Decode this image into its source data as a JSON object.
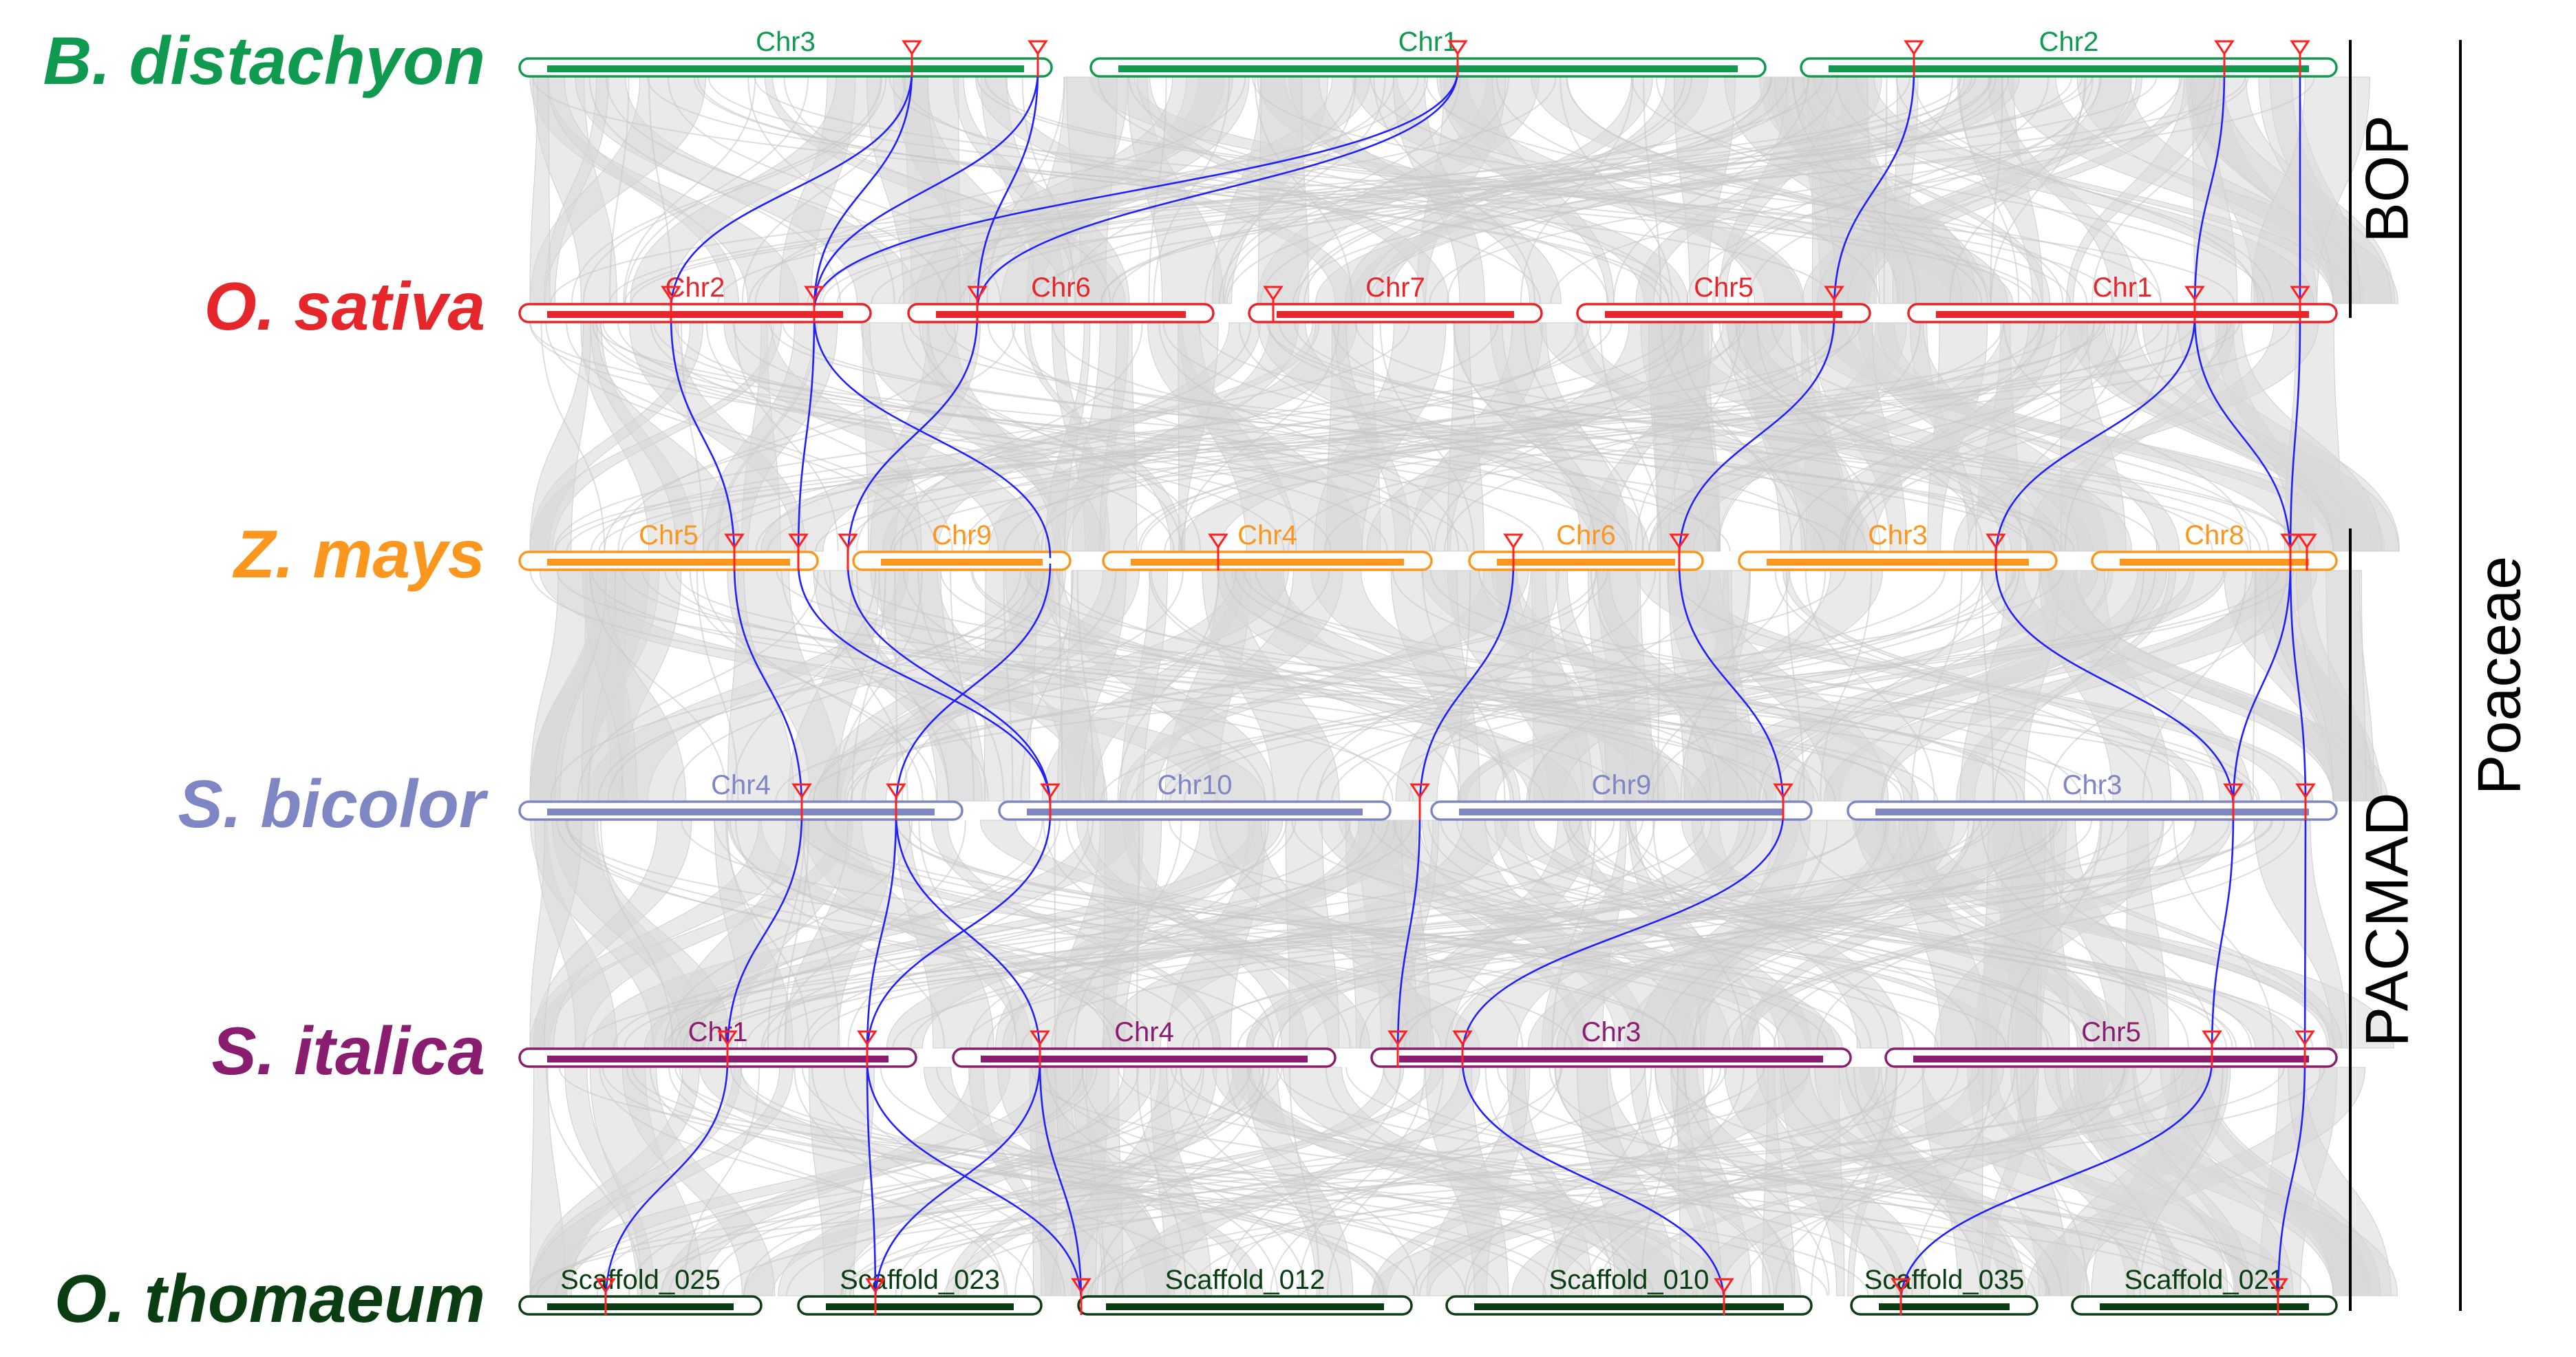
{
  "species": [
    {
      "name": "B. distachyon",
      "color": "#109a4f",
      "chromosomes": [
        "Chr3",
        "Chr1",
        "Chr2"
      ]
    },
    {
      "name": "O. sativa",
      "color": "#e5262a",
      "chromosomes": [
        "Chr2",
        "Chr6",
        "Chr7",
        "Chr5",
        "Chr1"
      ]
    },
    {
      "name": "Z. mays",
      "color": "#fb961f",
      "chromosomes": [
        "Chr5",
        "Chr9",
        "Chr4",
        "Chr6",
        "Chr3",
        "Chr8"
      ]
    },
    {
      "name": "S. bicolor",
      "color": "#7f86c4",
      "chromosomes": [
        "Chr4",
        "Chr10",
        "Chr9",
        "Chr3"
      ]
    },
    {
      "name": "S. italica",
      "color": "#8a1d6f",
      "chromosomes": [
        "Chr1",
        "Chr4",
        "Chr3",
        "Chr5"
      ]
    },
    {
      "name": "O. thomaeum",
      "color": "#0b3d12",
      "chromosomes": [
        "Scaffold_025",
        "Scaffold_023",
        "Scaffold_012",
        "Scaffold_010",
        "Scaffold_035",
        "Scaffold_021"
      ]
    }
  ],
  "clades": {
    "bop": "BOP",
    "pacmad": "PACMAD",
    "family": "Poaceae"
  },
  "colors": {
    "link_highlight": "#2020ff",
    "link_background": "#d9d9d9",
    "marker": "#ff2020"
  }
}
